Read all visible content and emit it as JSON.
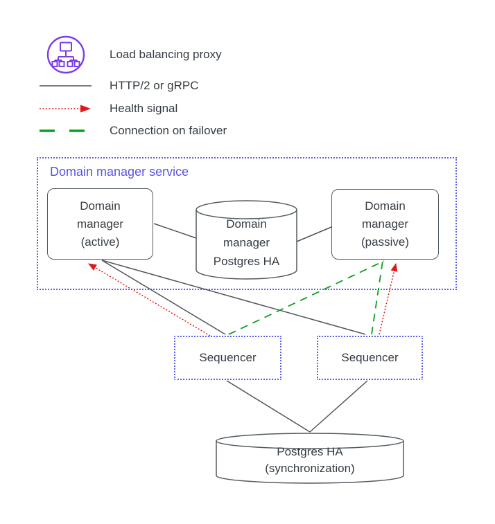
{
  "legend": {
    "proxy": {
      "label": "Load balancing proxy",
      "icon": "load-balancer"
    },
    "http": {
      "label": "HTTP/2 or gRPC"
    },
    "health": {
      "label": "Health signal"
    },
    "failover": {
      "label": "Connection on failover"
    }
  },
  "service_group": {
    "title": "Domain manager service"
  },
  "nodes": {
    "dm_active": {
      "label": "Domain\nmanager\n(active)",
      "shape": "rounded-box"
    },
    "dm_postgres": {
      "label": "Domain\nmanager\nPostgres HA",
      "shape": "database-cylinder"
    },
    "dm_passive": {
      "label": "Domain\nmanager\n(passive)",
      "shape": "rounded-box"
    },
    "sequencer_left": {
      "label": "Sequencer",
      "shape": "dotted-box"
    },
    "sequencer_right": {
      "label": "Sequencer",
      "shape": "dotted-box"
    },
    "postgres_sync": {
      "label": "Postgres HA\n(synchronization)",
      "shape": "database-cylinder"
    }
  },
  "edges": [
    {
      "from": "dm_active",
      "to": "dm_postgres",
      "kind": "HTTP/2 or gRPC"
    },
    {
      "from": "dm_postgres",
      "to": "dm_passive",
      "kind": "HTTP/2 or gRPC"
    },
    {
      "from": "dm_active",
      "to": "sequencer_left",
      "kind": "HTTP/2 or gRPC"
    },
    {
      "from": "dm_active",
      "to": "sequencer_right",
      "kind": "HTTP/2 or gRPC"
    },
    {
      "from": "sequencer_left",
      "to": "postgres_sync",
      "kind": "HTTP/2 or gRPC"
    },
    {
      "from": "sequencer_right",
      "to": "postgres_sync",
      "kind": "HTTP/2 or gRPC"
    },
    {
      "from": "sequencer_left",
      "to": "dm_active",
      "kind": "Health signal"
    },
    {
      "from": "sequencer_right",
      "to": "dm_passive",
      "kind": "Health signal"
    },
    {
      "from": "sequencer_left",
      "to": "dm_passive",
      "kind": "Connection on failover"
    },
    {
      "from": "sequencer_right",
      "to": "dm_passive",
      "kind": "Connection on failover"
    }
  ],
  "colors": {
    "proxy_icon_purple": "#7d3ce8",
    "group_border_blue": "#5c5fe8",
    "group_title_blue": "#5a54e0",
    "line_dark": "#4d545c",
    "health_red": "#e11717",
    "failover_green": "#0b9e23",
    "text": "#343b42"
  }
}
